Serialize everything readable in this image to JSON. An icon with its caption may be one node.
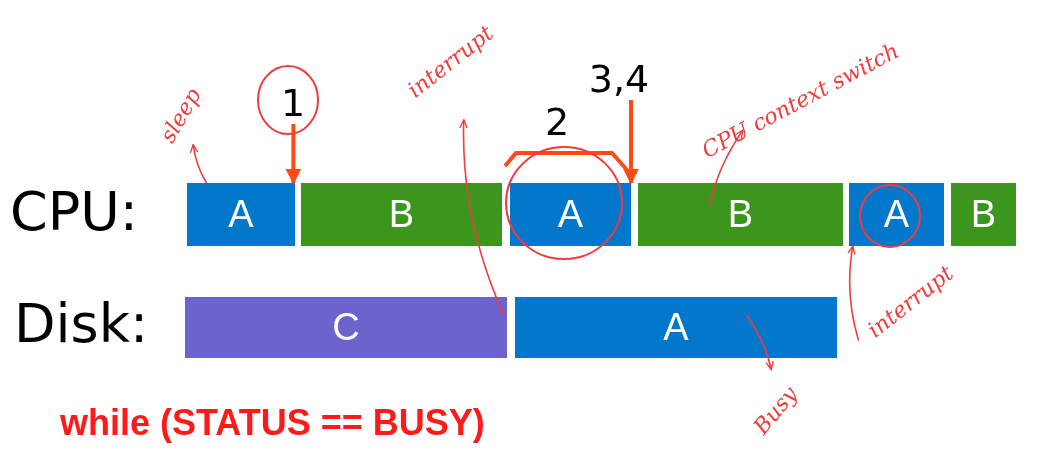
{
  "diagram": {
    "nodes": [
      {
        "text": [
          "A"
        ]
      },
      {
        "text": [
          "B"
        ]
      },
      {
        "text": [
          "A"
        ]
      },
      {
        "text": [
          "B"
        ]
      },
      {
        "text": [
          "A"
        ]
      },
      {
        "text": [
          "B"
        ]
      },
      {
        "text": [
          "C"
        ]
      },
      {
        "text": [
          "A"
        ]
      },
      {
        "text": [
          "1"
        ]
      },
      {
        "text": [
          "3,4"
        ]
      },
      {
        "text": [
          "sleep"
        ]
      },
      {
        "text": [
          "interrupt"
        ]
      },
      {
        "text": [
          "CPU context switch"
        ]
      },
      {
        "text": [
          "interrupt"
        ]
      },
      {
        "text": [
          "Busy"
        ]
      }
    ],
    "edges": [
      {
        "from": 8,
        "to": 0,
        "arrow": "to",
        "style": "thick"
      },
      {
        "from": 9,
        "to": 2,
        "arrow": "to",
        "style": "thick"
      },
      {
        "from": 0,
        "to": 10,
        "arrow": "to"
      },
      {
        "from": 6,
        "to": 11,
        "arrow": "to"
      },
      {
        "from": 3,
        "to": 12,
        "arrow": "to"
      },
      {
        "from": 13,
        "to": 4,
        "arrow": "to"
      },
      {
        "from": 7,
        "to": 14,
        "arrow": "to"
      }
    ],
    "labels": [
      "CPU:",
      "Disk:",
      "2",
      "while (STATUS == BUSY)"
    ]
  }
}
